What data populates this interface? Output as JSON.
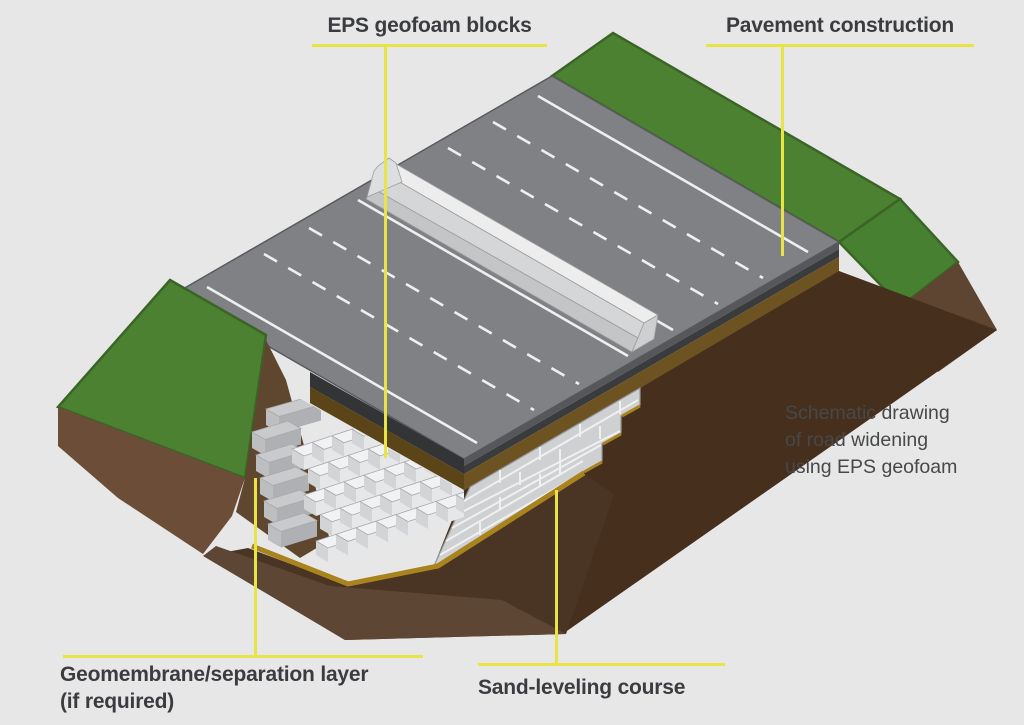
{
  "figure": {
    "callouts": {
      "eps": {
        "label": "EPS geofoam blocks"
      },
      "pavement": {
        "label": "Pavement construction"
      },
      "geomembrane": {
        "label": "Geomembrane/separation layer",
        "label2": "(if required)"
      },
      "sand": {
        "label": "Sand-leveling course"
      }
    },
    "caption": {
      "line1": "Schematic drawing",
      "line2": "of road widening",
      "line3": "using EPS geofoam"
    }
  },
  "palette": {
    "bg": "#e7e7e8",
    "road": "#7f8184",
    "roadLine": "#eef0f0",
    "barrierCap": "#dcdee0",
    "barrierTop": "#ededee",
    "barrierFace": "#d4d6d8",
    "barrierBase": "#c3c5c7",
    "barrierEnd": "#cdcfd1",
    "pavementDark1": "#55575a",
    "pavementDark2": "#3a3b3d",
    "pavementDarkNear": "#333436",
    "baseBrown": "#6e5322",
    "baseBrownNear": "#5a4418",
    "grass": "#4d8132",
    "grassEnd": "#468030",
    "grassEdge": "#3a6526",
    "earthLight": "#6b4d38",
    "earthFlank": "#5f462f",
    "earthEndSlope": "#5d4531",
    "earthDark": "#46301d",
    "earthFloor": "#4a3423",
    "earthBottom": "#5e4634",
    "foamTop": "#f1f2f3",
    "foamFront": "#e6e7e9",
    "foamSide": "#d2d4d6",
    "foamWall": "#cfd0d2",
    "foamJoint": "#eef0f1",
    "foamOutline": "#a6a8ab",
    "wallOutline": "#95979a",
    "membraneTop": "#c8cacc",
    "membraneRiser": "#aeb0b3",
    "membraneSide": "#bcbec0",
    "sand": "#a9831e",
    "leader": "#e8e446",
    "labelText": "#3b3c3f",
    "captionText": "#47484a"
  }
}
